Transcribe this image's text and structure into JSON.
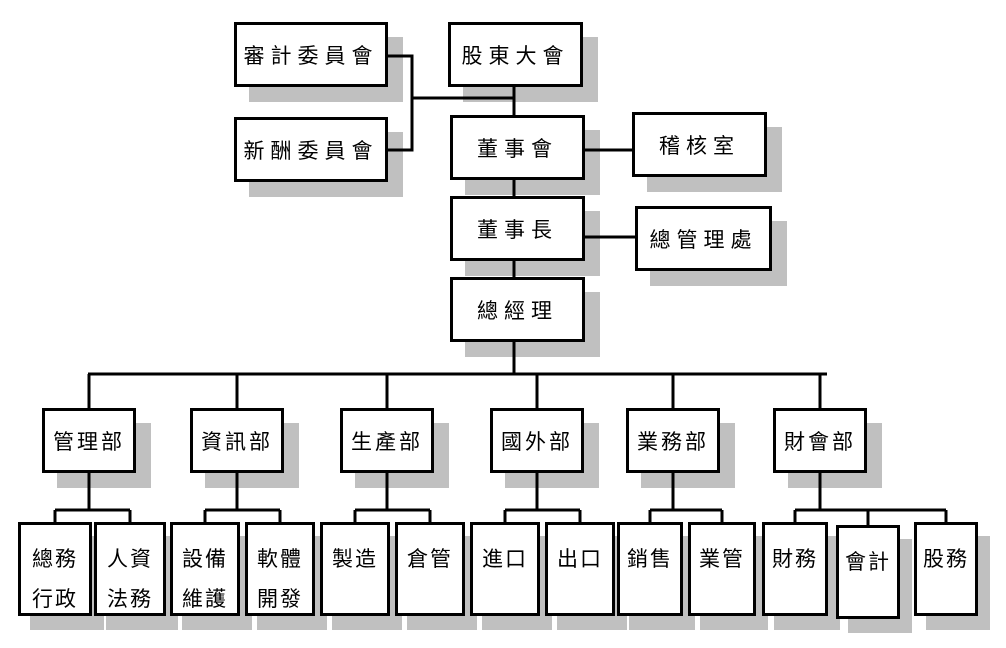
{
  "top": {
    "audit_committee": "審計委員會",
    "shareholders_meeting": "股東大會",
    "compensation_committee": "新酬委員會",
    "board_of_directors": "董事會",
    "audit_office": "稽核室",
    "chairman": "董事長",
    "general_management_office": "總管理處",
    "general_manager": "總經理"
  },
  "departments": [
    {
      "name": "管理部",
      "subunits": [
        "總務行政",
        "人資法務"
      ]
    },
    {
      "name": "資訊部",
      "subunits": [
        "設備維護",
        "軟體開發"
      ]
    },
    {
      "name": "生產部",
      "subunits": [
        "製造",
        "倉管"
      ]
    },
    {
      "name": "國外部",
      "subunits": [
        "進口",
        "出口"
      ]
    },
    {
      "name": "業務部",
      "subunits": [
        "銷售",
        "業管"
      ]
    },
    {
      "name": "財會部",
      "subunits": [
        "財務",
        "會計",
        "股務"
      ]
    }
  ],
  "colors": {
    "line": "#000000",
    "shadow": "#c0c0c0",
    "box_fill": "#ffffff"
  }
}
